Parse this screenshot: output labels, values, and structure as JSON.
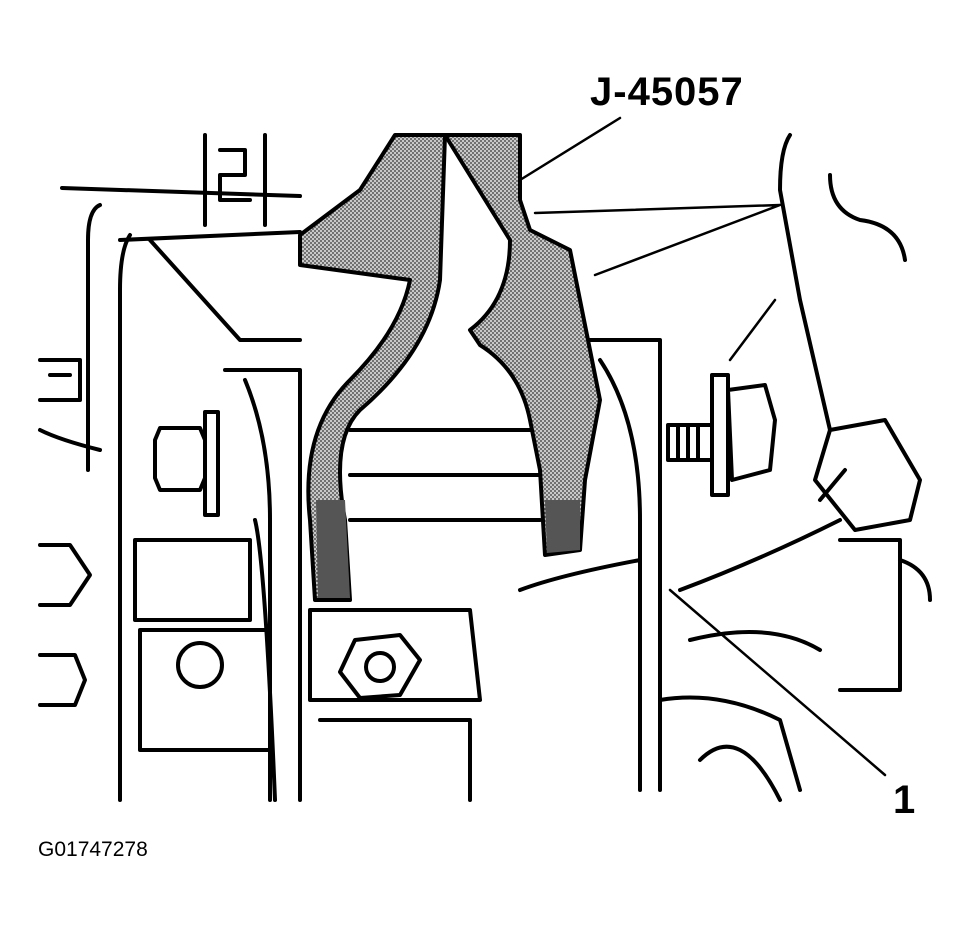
{
  "labels": {
    "tool": "J-45057",
    "item_1": "1",
    "figure_id": "G01747278"
  },
  "colors": {
    "line": "#000000",
    "background": "#ffffff",
    "tool_shade": "#9a9a9a"
  }
}
